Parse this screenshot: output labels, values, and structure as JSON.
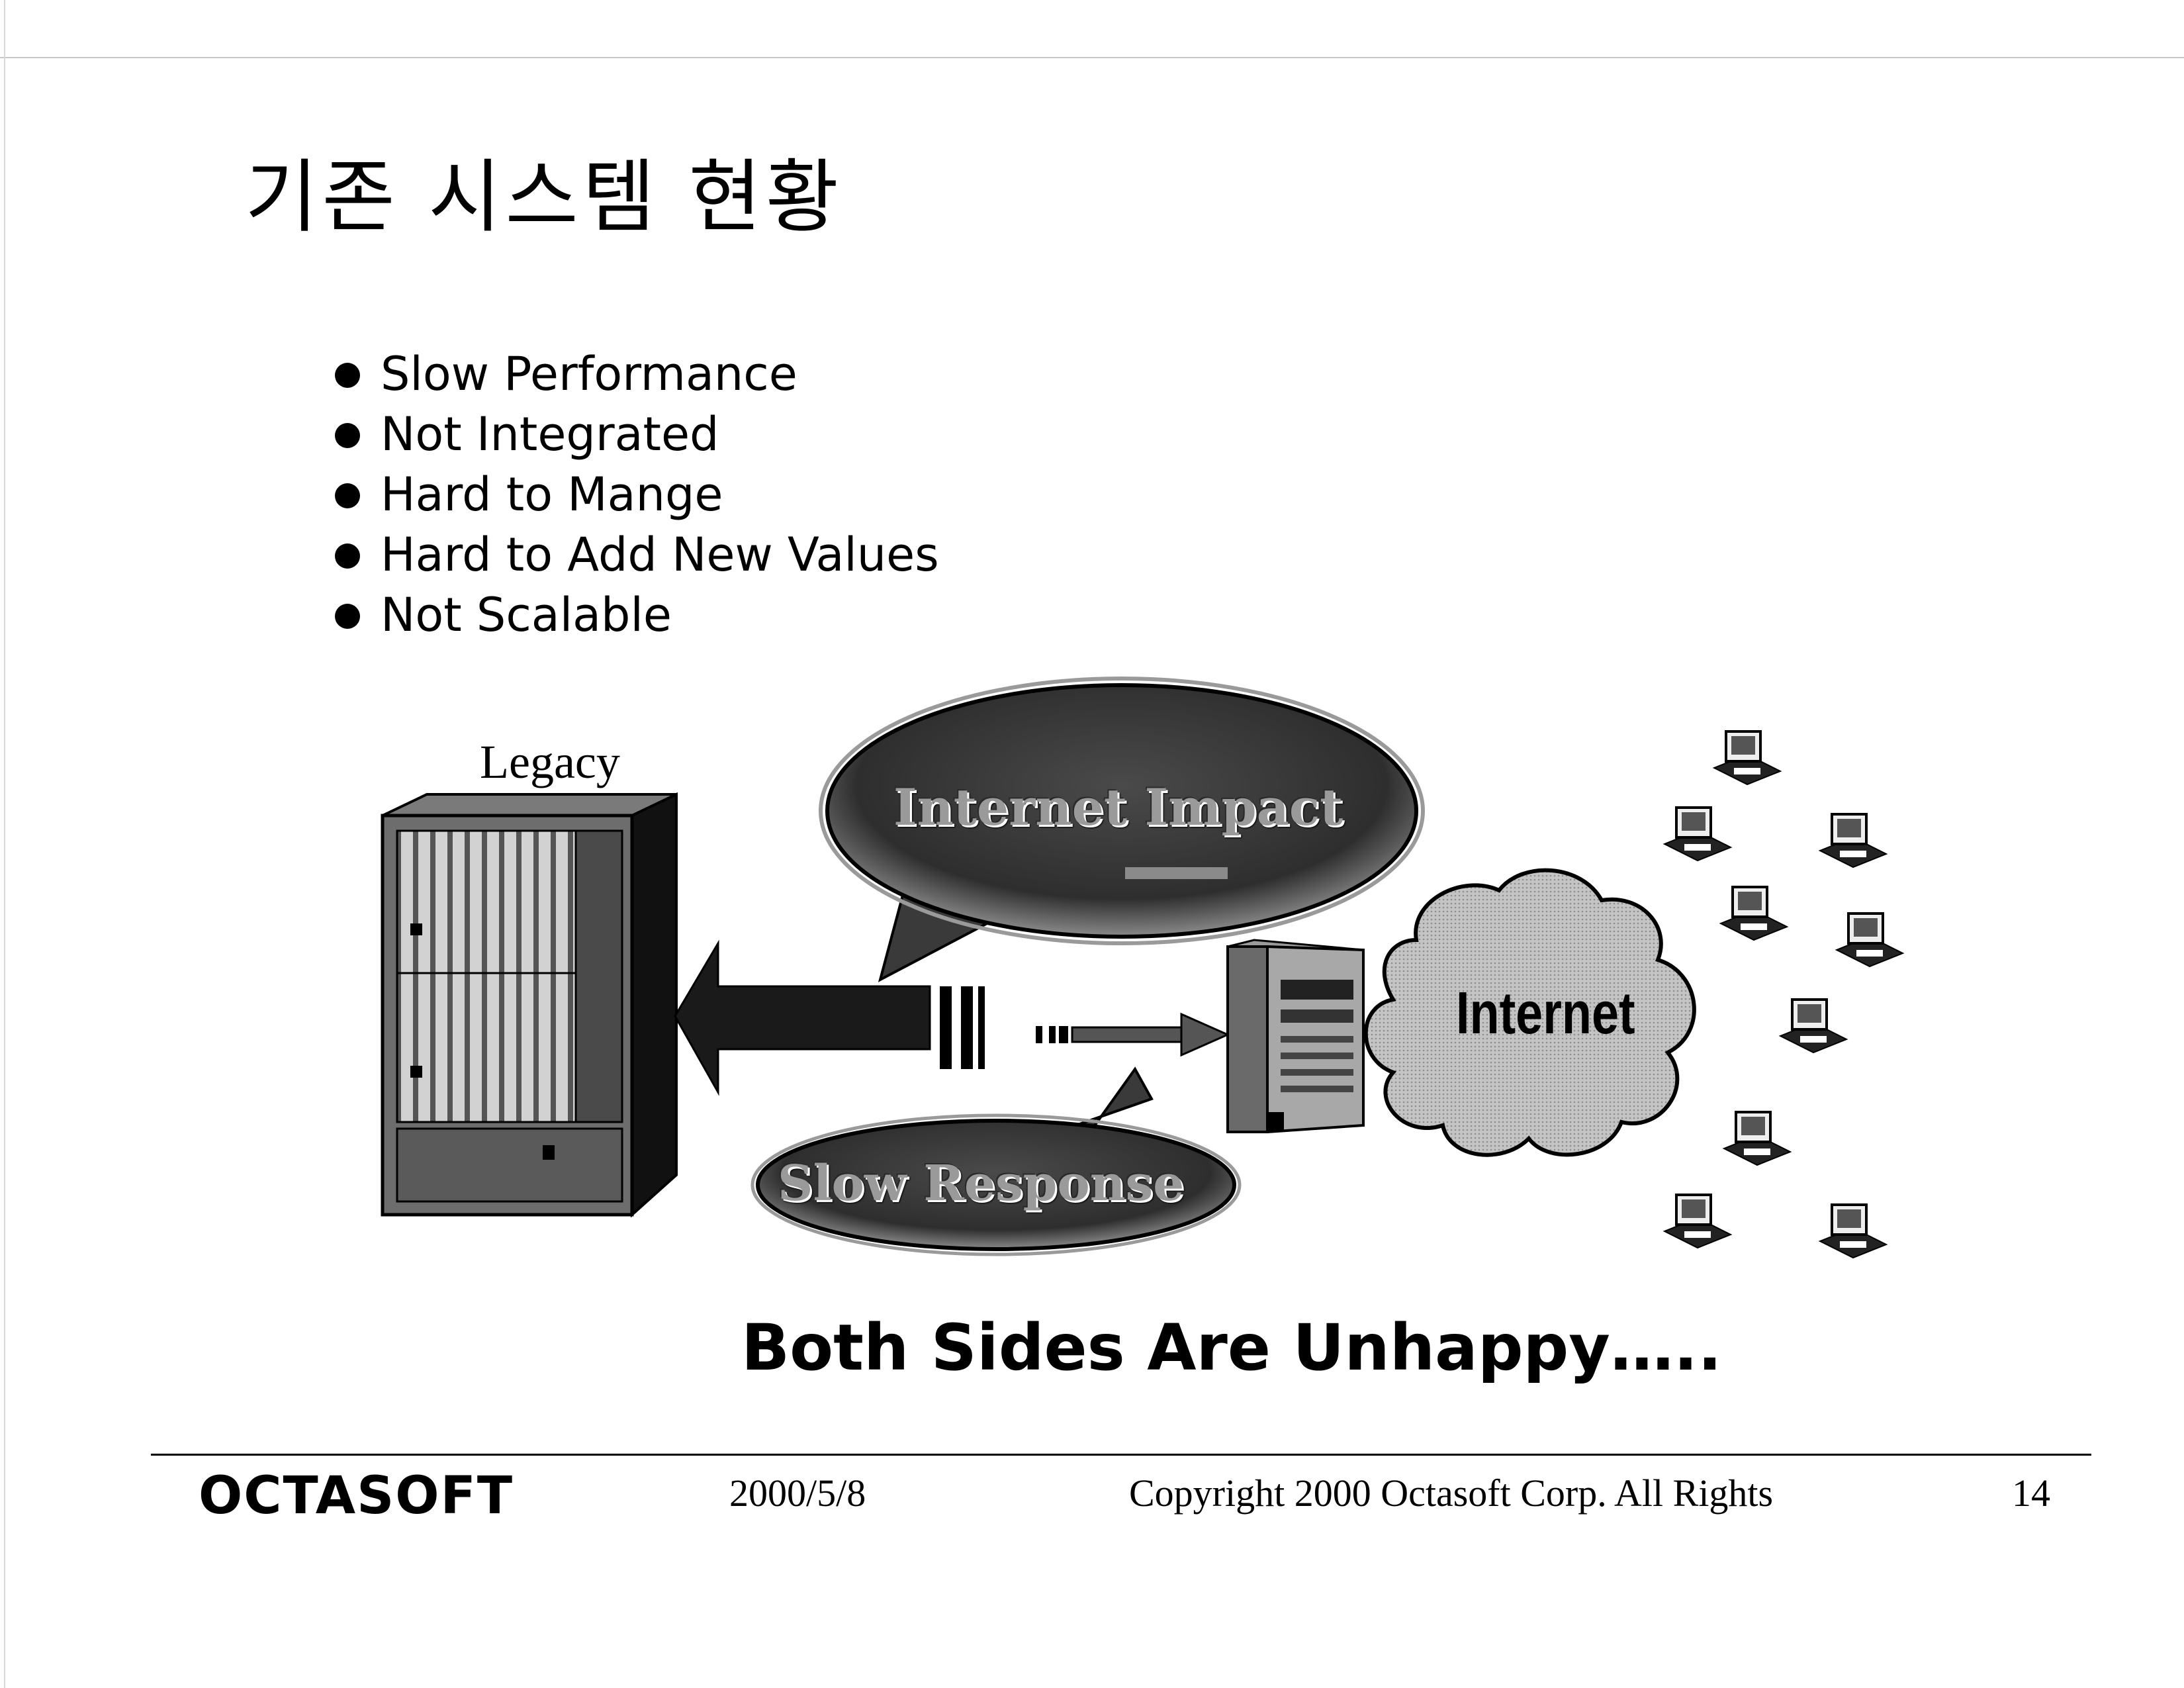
{
  "title": "기존 시스템 현황",
  "bullets": [
    "Slow Performance",
    "Not Integrated",
    "Hard to Mange",
    "Hard to Add New Values",
    "Not Scalable"
  ],
  "diagram": {
    "legacy_label": "Legacy",
    "impact_label": "Internet Impact",
    "response_label": "Slow Response",
    "cloud_label": "Internet"
  },
  "subtitle": "Both Sides Are Unhappy…..",
  "footer": {
    "logo": "OCTASOFT",
    "date": "2000/5/8",
    "copyright": "Copyright 2000 Octasoft Corp. All Rights",
    "page": "14"
  }
}
